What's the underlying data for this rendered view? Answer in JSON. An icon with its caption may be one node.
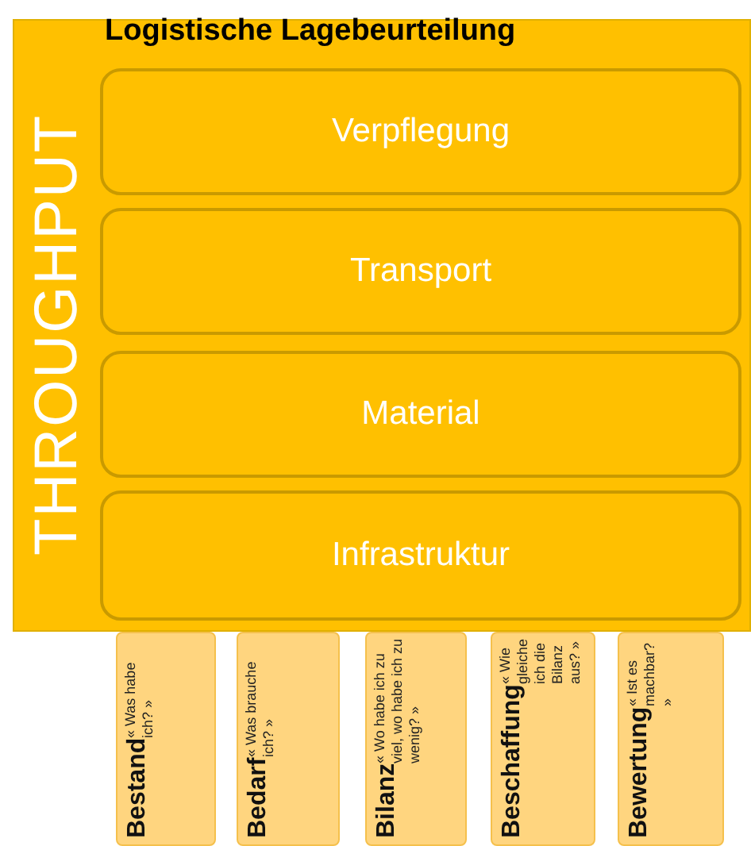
{
  "diagram": {
    "title": "Logistische Lagebeurteilung",
    "nodes": [
      {
        "text": [
          "THROUGHPUT"
        ]
      },
      {
        "text": [
          "Verpflegung"
        ],
        "in": 0
      },
      {
        "text": [
          "Transport"
        ],
        "in": 0
      },
      {
        "text": [
          "Material"
        ],
        "in": 0
      },
      {
        "text": [
          "Infrastruktur"
        ],
        "in": 0
      },
      {
        "text": [
          "Bestand",
          "« Was habe ich? »"
        ]
      },
      {
        "text": [
          "Bedarf",
          "« Was brauche ich? »"
        ]
      },
      {
        "text": [
          "Bilanz",
          "« Wo habe ich zu viel, wo habe ich zu wenig? »"
        ]
      },
      {
        "text": [
          "Beschaffung",
          "« Wie gleiche ich die Bilanz aus? »"
        ]
      },
      {
        "text": [
          "Bewertung",
          "« Ist es machbar? »"
        ]
      }
    ]
  }
}
